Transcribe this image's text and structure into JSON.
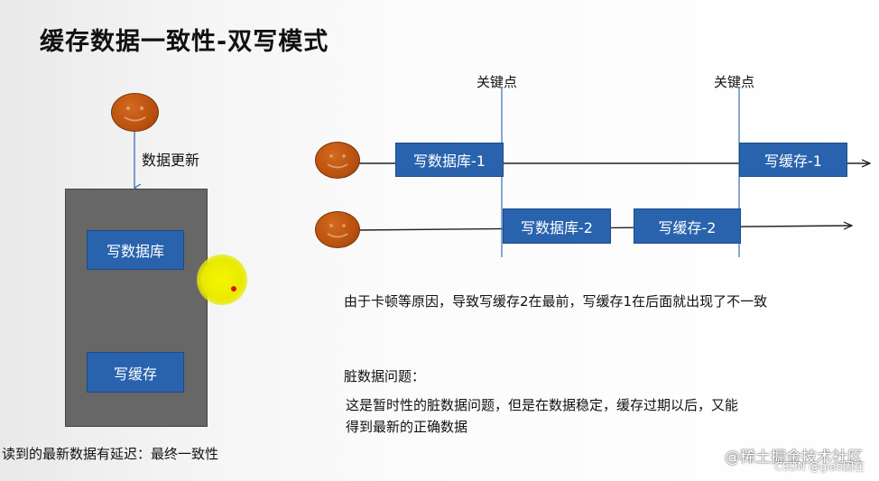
{
  "title": "缓存数据一致性-双写模式",
  "left": {
    "update_label": "数据更新",
    "box_write_db": "写数据库",
    "box_write_cache": "写缓存",
    "footer": "读到的最新数据有延迟：最终一致性"
  },
  "timeline": {
    "key_point_1": "关键点",
    "key_point_2": "关键点",
    "row1_db": "写数据库-1",
    "row1_cache": "写缓存-1",
    "row2_db": "写数据库-2",
    "row2_cache": "写缓存-2"
  },
  "notes": {
    "cause": "由于卡顿等原因，导致写缓存2在最前，写缓存1在后面就出现了不一致",
    "dirty_title": "脏数据问题：",
    "dirty_line1": "这是暂时性的脏数据问题，但是在数据稳定，缓存过期以后，又能",
    "dirty_line2": "得到最新的正确数据"
  },
  "watermark": {
    "site": "@稀土掘金技术社区",
    "credit": "CSDN @giao因在"
  },
  "colors": {
    "box_blue": "#2a63ad",
    "server_gray": "#676767",
    "face_orange": "#b9520f",
    "highlight_yellow": "#f0f000"
  },
  "icons": [
    "smiley-face-icon",
    "cursor-highlight"
  ]
}
